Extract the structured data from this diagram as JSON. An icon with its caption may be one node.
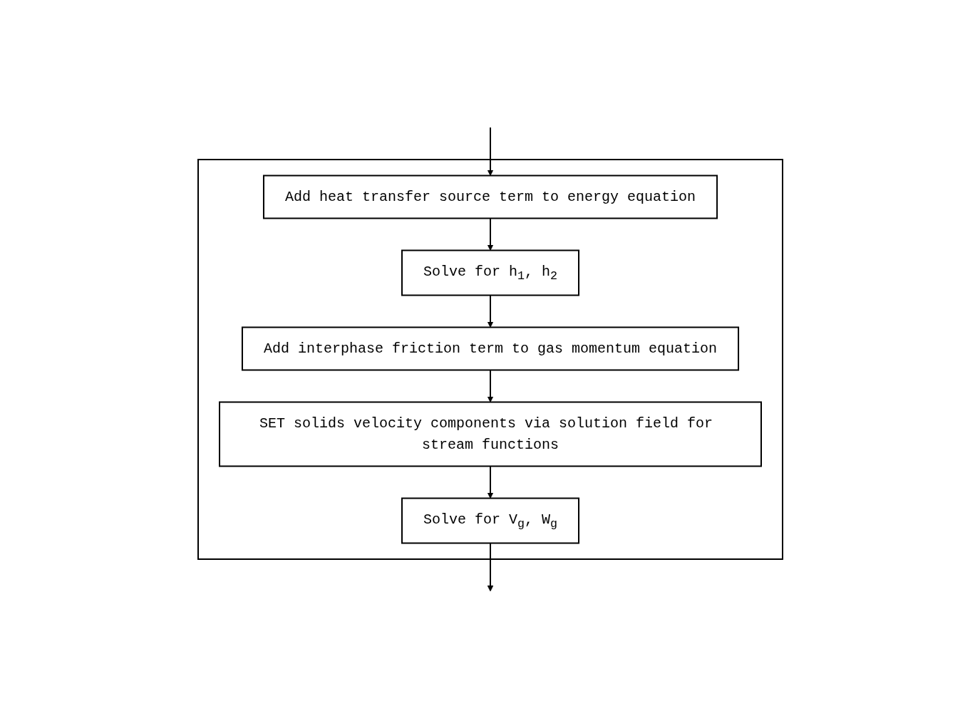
{
  "diagram": {
    "nodes": [
      {
        "text": [],
        "shape": "box"
      },
      {
        "text": [
          "Add heat transfer source term to energy equation"
        ],
        "in": 0
      },
      {
        "text": [
          "Solve for h$_{1}$, h$_{2}$"
        ],
        "in": 0
      },
      {
        "text": [
          "Add interphase friction term to gas momentum equation"
        ],
        "in": 0
      },
      {
        "text": [
          "SET solids velocity components via solution field for stream functions"
        ],
        "in": 0
      },
      {
        "text": [
          "Solve for V$_{g}$, W$_{g}$"
        ],
        "in": 0
      }
    ],
    "edges": [
      {
        "from": null,
        "to": 1,
        "arrow": "to"
      },
      {
        "from": 1,
        "to": 2,
        "arrow": "to"
      },
      {
        "from": 2,
        "to": 3,
        "arrow": "to"
      },
      {
        "from": 3,
        "to": 4,
        "arrow": "to"
      },
      {
        "from": 4,
        "to": 5,
        "arrow": "to"
      },
      {
        "from": 5,
        "to": null,
        "arrow": "to"
      }
    ]
  }
}
